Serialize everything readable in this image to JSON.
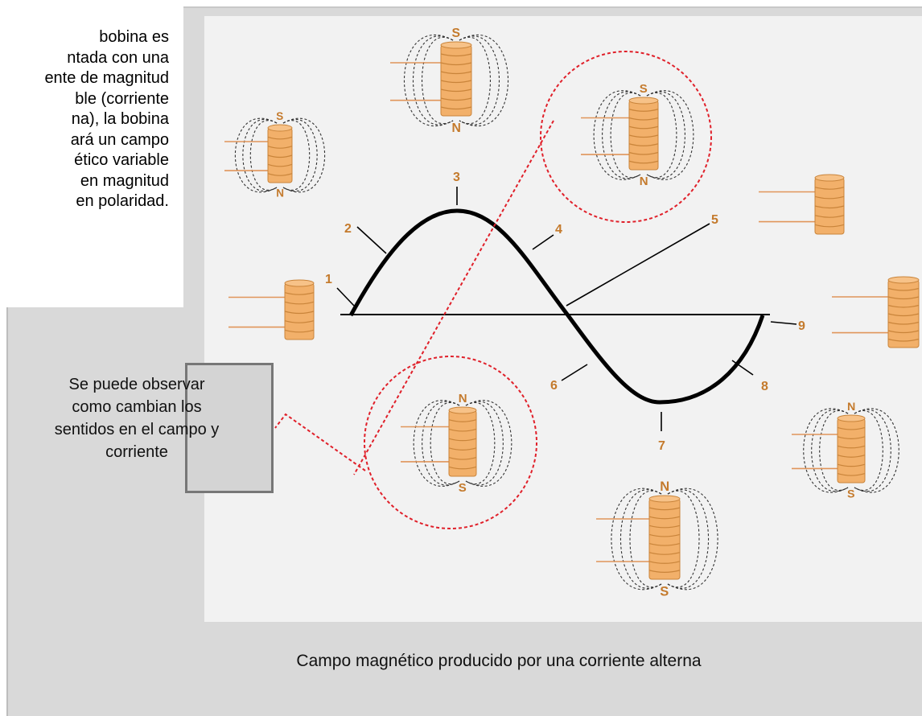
{
  "intro_text": "bobina es\nntada con una\nente de magnitud\nble (corriente\nna), la bobina\nará un campo\nético variable\nen magnitud\nen polaridad.",
  "callout_text": "Se puede observar\ncomo cambian los\nsentidos en el campo y\ncorriente",
  "caption": "Campo magnético producido por una corriente alterna",
  "pole_labels": {
    "north": "N",
    "south": "S"
  },
  "point_labels": [
    "1",
    "2",
    "3",
    "4",
    "5",
    "6",
    "7",
    "8",
    "9"
  ],
  "colors": {
    "coil": "#f2b06a",
    "coil_stroke": "#c9843a",
    "wire": "#e0955a",
    "wave": "#000000",
    "highlight": "#e0202a",
    "label": "#c47a2c"
  }
}
